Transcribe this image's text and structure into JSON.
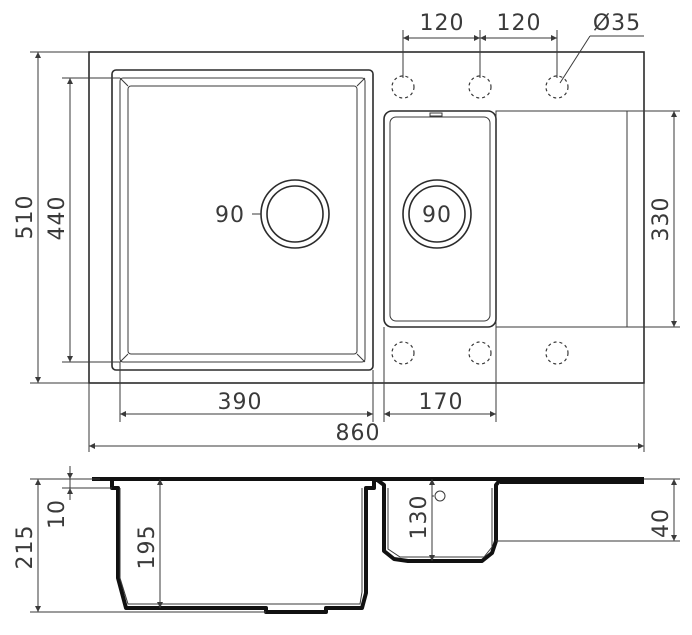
{
  "top_view": {
    "hole_spacing_1": "120",
    "hole_spacing_2": "120",
    "hole_diameter": "Ø35",
    "drain_large": "90",
    "drain_small": "90",
    "small_bowl_depth": "330",
    "overall_depth": "510",
    "large_bowl_depth": "440",
    "large_bowl_width": "390",
    "small_bowl_width": "170",
    "overall_width": "860"
  },
  "side_view": {
    "rim_thickness": "10",
    "overall_height": "215",
    "large_bowl_height": "195",
    "small_bowl_height": "130",
    "drainboard_height": "40"
  }
}
